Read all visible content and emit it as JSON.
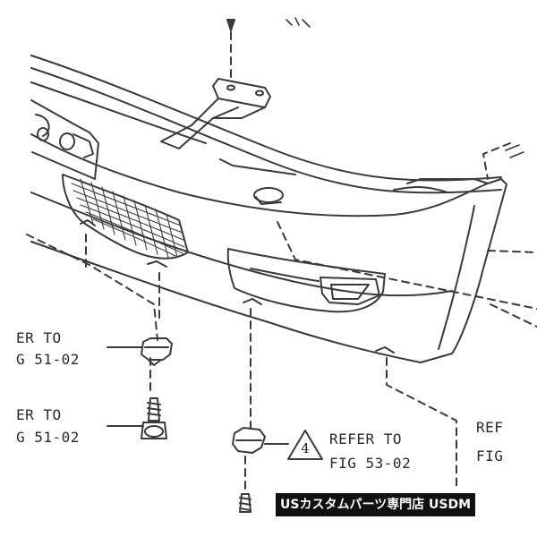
{
  "callouts": {
    "left_upper": {
      "line1": "ER TO",
      "line2": "G 51-02"
    },
    "left_lower": {
      "line1": "ER TO",
      "line2": "G 51-02"
    },
    "center": {
      "number": "4",
      "line1": "REFER TO",
      "line2": "FIG 53-02"
    },
    "right": {
      "line1": "REF",
      "line2": "FIG"
    }
  },
  "banner": {
    "text": "USカスタムパーツ専門店 USDM"
  },
  "colors": {
    "line": "#3a3a3a",
    "banner_bg": "#111111",
    "banner_text": "#ffffff"
  }
}
